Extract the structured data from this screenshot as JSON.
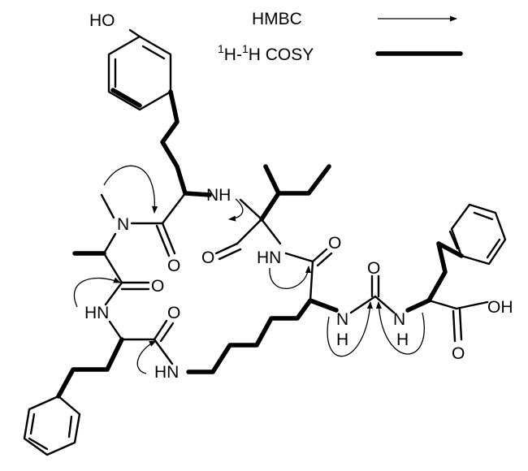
{
  "legend": {
    "hmbc_label": "HMBC",
    "cosy_label_parts": [
      "1",
      "H-",
      "1",
      "H COSY"
    ]
  },
  "atoms": {
    "hydroxyl": "HO",
    "tyr_nh": "NH",
    "methyl_n": "N",
    "amide_o_1": "O",
    "amide_o_2": "O",
    "amide_o_3": "O",
    "amide_o_4": "O",
    "amide_o_5": "O",
    "lys_hn": "HN",
    "urea_o": "O",
    "phe_hn": "HN",
    "lys_eps_hn": "HN",
    "urea_n1": "N",
    "urea_h1": "H",
    "urea_n2": "N",
    "urea_h2": "H",
    "carboxyl_oh": "OH",
    "carboxyl_o": "O"
  }
}
